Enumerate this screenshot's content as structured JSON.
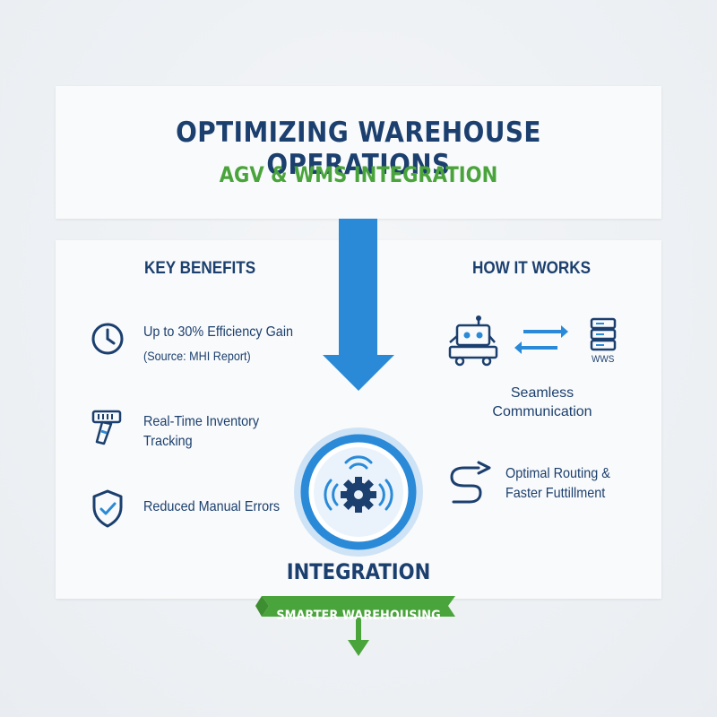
{
  "header": {
    "title": "OPTIMIZING WAREHOUSE OPERATIONS",
    "subtitle": "AGV & WMS INTEGRATION"
  },
  "benefits": {
    "heading": "KEY BENEFITS",
    "items": [
      {
        "icon": "clock-icon",
        "line1": "Up to 30% Efficiency Gain",
        "line2": "(Source: MHI Report)"
      },
      {
        "icon": "barcode-scanner-icon",
        "line1": "Real-Time Inventory",
        "line2": "Tracking"
      },
      {
        "icon": "shield-check-icon",
        "line1": "Reduced Manual Errors",
        "line2": ""
      }
    ]
  },
  "how": {
    "heading": "HOW IT WORKS",
    "server_label": "WWS",
    "comm_line1": "Seamless",
    "comm_line2": "Communication",
    "route_line1": "Optimal Routing &",
    "route_line2": "Faster Futtillment"
  },
  "center": {
    "label": "INTEGRATION"
  },
  "footer": {
    "ribbon": "SMARTER WAREHOUSING"
  },
  "colors": {
    "navy": "#1b3f6e",
    "blue": "#2a8ad8",
    "green": "#4aa43c"
  }
}
